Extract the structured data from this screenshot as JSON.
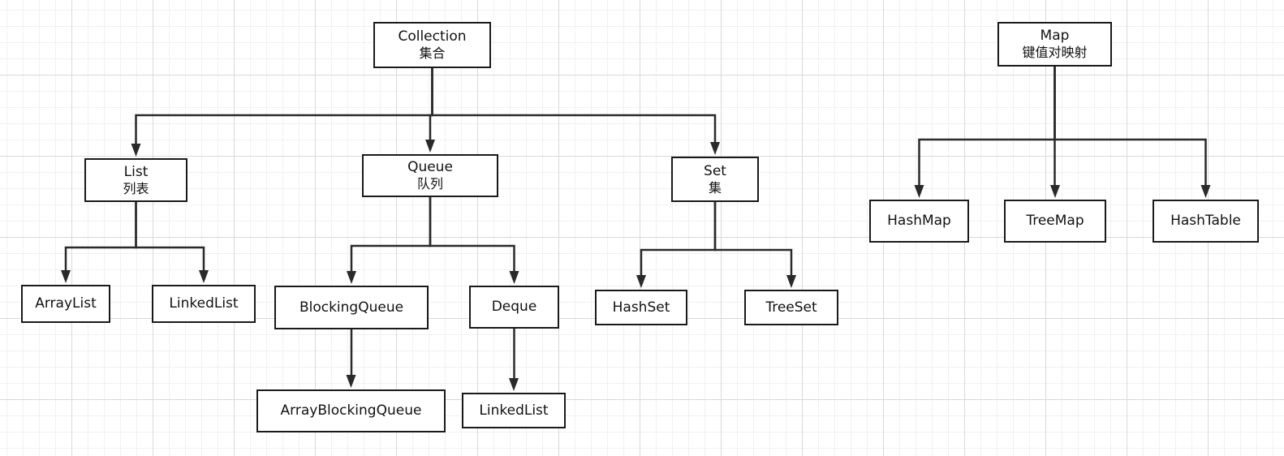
{
  "nodes": {
    "collection": {
      "label": "Collection",
      "sub": "集合"
    },
    "list": {
      "label": "List",
      "sub": "列表"
    },
    "queue": {
      "label": "Queue",
      "sub": "队列"
    },
    "set": {
      "label": "Set",
      "sub": "集"
    },
    "arraylist": {
      "label": "ArrayList"
    },
    "linkedlist_list": {
      "label": "LinkedList"
    },
    "blockingqueue": {
      "label": "BlockingQueue"
    },
    "deque": {
      "label": "Deque"
    },
    "arrayblockingqueue": {
      "label": "ArrayBlockingQueue"
    },
    "linkedlist_deque": {
      "label": "LinkedList"
    },
    "hashset": {
      "label": "HashSet"
    },
    "treeset": {
      "label": "TreeSet"
    },
    "map": {
      "label": "Map",
      "sub": "键值对映射"
    },
    "hashmap": {
      "label": "HashMap"
    },
    "treemap": {
      "label": "TreeMap"
    },
    "hashtable": {
      "label": "HashTable"
    }
  },
  "edges": [
    {
      "from": "collection",
      "to": "list"
    },
    {
      "from": "collection",
      "to": "queue"
    },
    {
      "from": "collection",
      "to": "set"
    },
    {
      "from": "list",
      "to": "arraylist"
    },
    {
      "from": "list",
      "to": "linkedlist_list"
    },
    {
      "from": "queue",
      "to": "blockingqueue"
    },
    {
      "from": "queue",
      "to": "deque"
    },
    {
      "from": "blockingqueue",
      "to": "arrayblockingqueue"
    },
    {
      "from": "deque",
      "to": "linkedlist_deque"
    },
    {
      "from": "set",
      "to": "hashset"
    },
    {
      "from": "set",
      "to": "treeset"
    },
    {
      "from": "map",
      "to": "hashmap"
    },
    {
      "from": "map",
      "to": "treemap"
    },
    {
      "from": "map",
      "to": "hashtable"
    }
  ]
}
